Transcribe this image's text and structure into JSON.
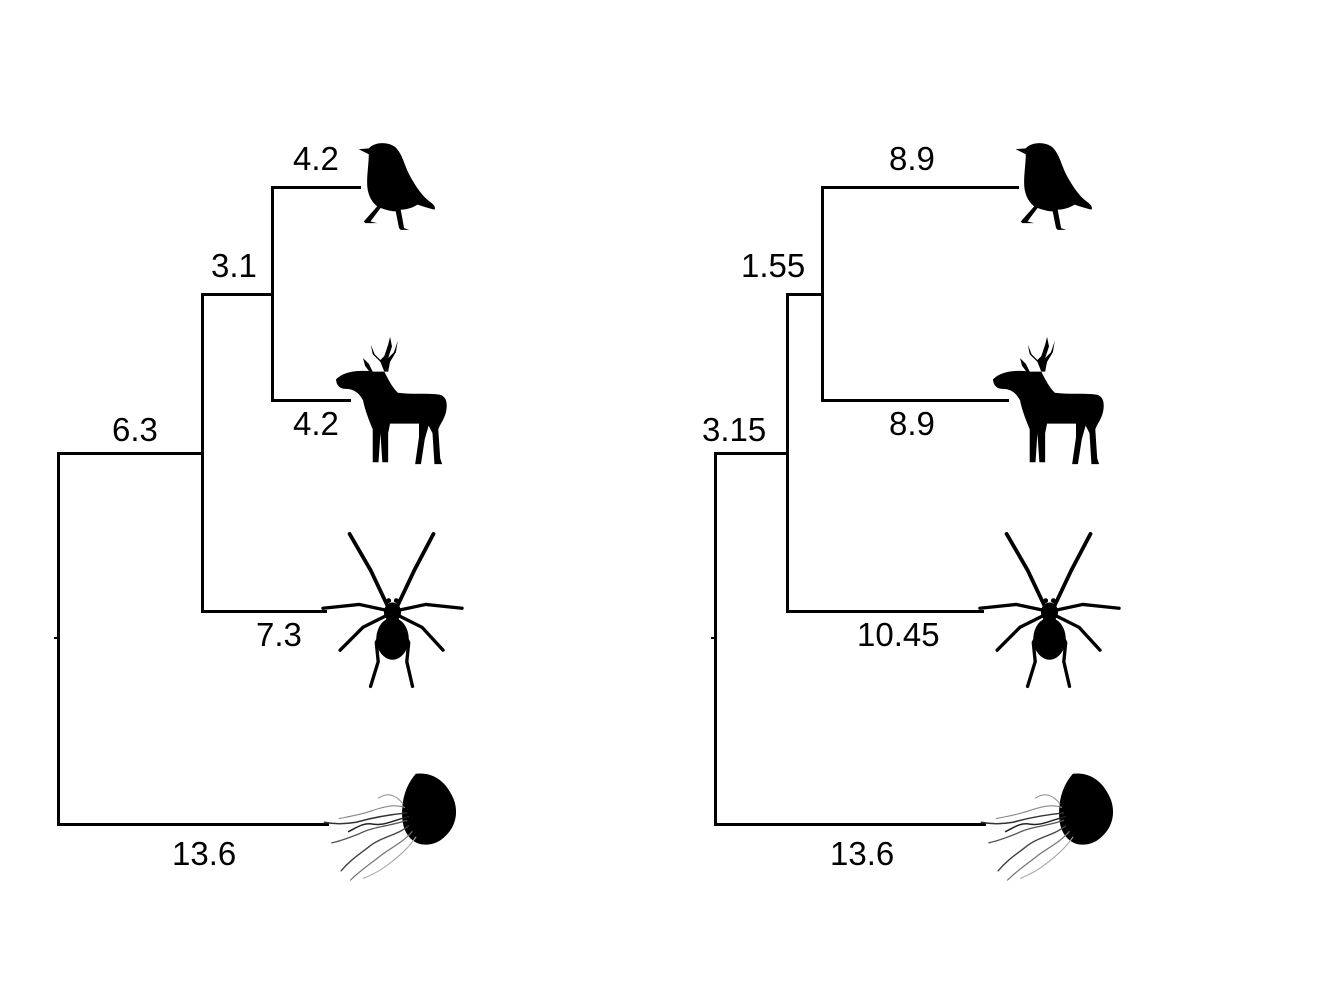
{
  "chart_data": {
    "type": "tree",
    "description": "Two phylogenetic trees (cladograms) of the same four taxa with different branch lengths",
    "taxa": [
      "bird",
      "deer",
      "spider",
      "jellyfish"
    ],
    "trees": [
      {
        "name": "left-tree",
        "topology": "(((bird,deer),spider),jellyfish)",
        "branches": {
          "bird": "4.2",
          "deer": "4.2",
          "bird_deer_stem": "3.1",
          "spider": "7.3",
          "bird_deer_spider_stem": "6.3",
          "jellyfish": "13.6"
        }
      },
      {
        "name": "right-tree",
        "topology": "(((bird,deer),spider),jellyfish)",
        "branches": {
          "bird": "8.9",
          "deer": "8.9",
          "bird_deer_stem": "1.55",
          "spider": "10.45",
          "bird_deer_spider_stem": "3.15",
          "jellyfish": "13.6"
        }
      }
    ]
  },
  "left": {
    "labels": {
      "bird": "4.2",
      "deer": "4.2",
      "inner": "3.1",
      "spider": "7.3",
      "mid": "6.3",
      "jellyfish": "13.6"
    }
  },
  "right": {
    "labels": {
      "bird": "8.9",
      "deer": "8.9",
      "inner": "1.55",
      "spider": "10.45",
      "mid": "3.15",
      "jellyfish": "13.6"
    }
  },
  "icons": {
    "bird": "bird-silhouette",
    "deer": "deer-silhouette",
    "spider": "spider-silhouette",
    "jellyfish": "jellyfish-silhouette"
  }
}
